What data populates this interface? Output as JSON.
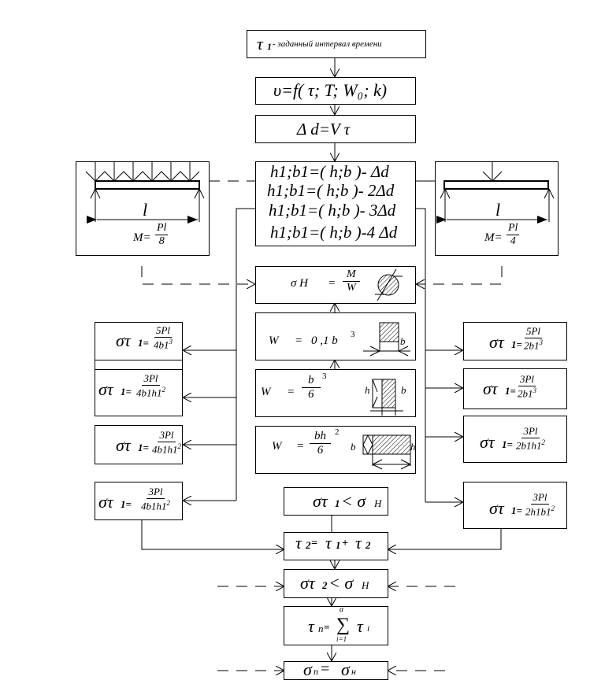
{
  "diagram": {
    "start": {
      "symbol": "τ",
      "sub": "1",
      "text": "- заданный интервал времени"
    },
    "speed": {
      "formula": "υ=f( τ; T; W₀; k)"
    },
    "delta": {
      "formula": "Δ d=V τ"
    },
    "reductions": [
      "h1;b1=( h;b )- Δd",
      "h1;b1=( h;b )- 2Δd",
      "h1;b1=( h;b )- 3Δd",
      "h1;b1=( h;b )-4 Δd"
    ],
    "beam_left": {
      "span_label": "l",
      "moment_lhs": "M=",
      "moment_num": "Pl",
      "moment_den": "8",
      "load": "distributed"
    },
    "beam_right": {
      "span_label": "l",
      "moment_lhs": "M=",
      "moment_num": "Pl",
      "moment_den": "4",
      "load": "point"
    },
    "sigma_h": {
      "lhs": "σ H",
      "eq": "=",
      "num": "M",
      "den": "W",
      "icon": "round-section-icon"
    },
    "w_formulas": [
      {
        "lhs": "W",
        "eq": "=",
        "rhs": "0 ,1 b",
        "power": "3",
        "dim": "b",
        "icon": "square-section-icon"
      },
      {
        "lhs": "W",
        "eq": "=",
        "num": "b",
        "power": "3",
        "den": "6",
        "dims": [
          "h",
          "b"
        ],
        "icon": "rect-section-vertical-icon"
      },
      {
        "lhs": "W",
        "eq": "=",
        "num": "bh",
        "power": "2",
        "den": "6",
        "dims": [
          "b",
          "h"
        ],
        "icon": "rect-section-horizontal-icon"
      }
    ],
    "left_stresses": [
      {
        "lhs": "στ",
        "sub": "1=",
        "num": "5Pl",
        "den": "4b1",
        "den_pow": "3"
      },
      {
        "lhs": "στ",
        "sub": "1=",
        "num": "3Pl",
        "den": "4b1h1",
        "den_pow": "2"
      },
      {
        "lhs": "στ",
        "sub": "1=",
        "num": "3Pl",
        "den": "4b1h1",
        "den_pow": "2"
      },
      {
        "lhs": "στ",
        "sub": "1=",
        "num": "3Pl",
        "den": "4b1h1",
        "den_pow": "2"
      }
    ],
    "right_stresses": [
      {
        "lhs": "στ",
        "sub": "1=",
        "num": "5Pl",
        "den": "2b1",
        "den_pow": "3"
      },
      {
        "lhs": "στ",
        "sub": "1=",
        "num": "3Pl",
        "den": "2b1",
        "den_pow": "3"
      },
      {
        "lhs": "στ",
        "sub": "1=",
        "num": "3Pl",
        "den": "2b1h1",
        "den_pow": "2"
      },
      {
        "lhs": "στ",
        "sub": "1=",
        "num": "3Pl",
        "den": "2h1b1",
        "den_pow": "2"
      }
    ],
    "check1": {
      "lhs": "στ",
      "sub": "1",
      "rel": " < σ",
      "rhs_sub": "H"
    },
    "step": {
      "lhs": "τ",
      "sub": "2",
      "eq": "= ",
      "a": "τ",
      "a_sub": "1",
      "plus": "+ ",
      "b": "τ",
      "b_sub": "2"
    },
    "check2": {
      "lhs": "στ",
      "sub": "2",
      "rel": " < σ",
      "rhs_sub": "H"
    },
    "sum": {
      "lhs": "τ",
      "sub": "n",
      "eq": "=",
      "sigma": "∑",
      "upper": "a",
      "lower": "i=1",
      "term": "τ",
      "term_sub": "i"
    },
    "final": {
      "lhs": "σ",
      "sub": "n",
      "eq": "= ",
      "rhs": "σ",
      "rhs_sub": "н"
    }
  }
}
